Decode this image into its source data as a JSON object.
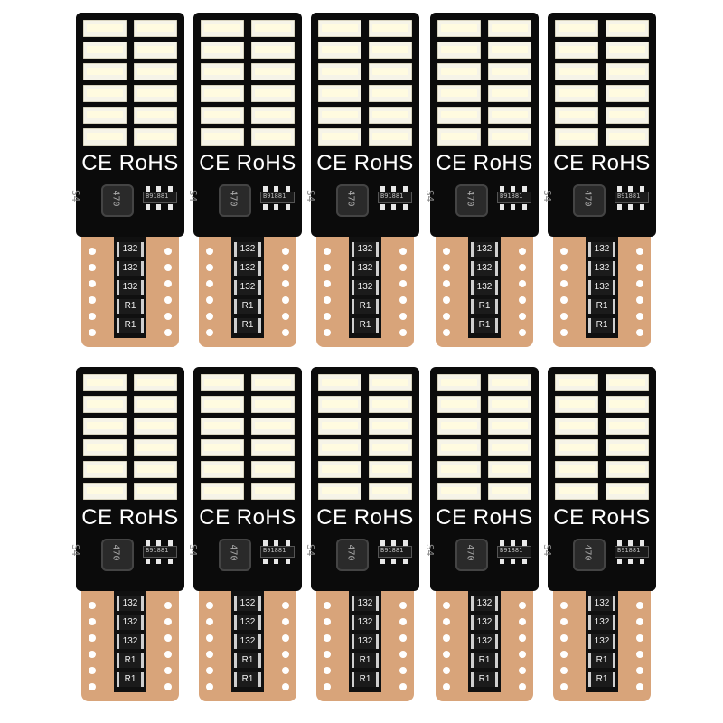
{
  "image": {
    "description_items": 10,
    "bulbs": [
      {
        "compliance_marks": "CE RoHS",
        "side_code": "S4",
        "inductor_code": "470",
        "ic_code": "B91881",
        "resistors": [
          "132",
          "132",
          "132",
          "R1",
          "R1"
        ]
      },
      {
        "compliance_marks": "CE RoHS",
        "side_code": "S4",
        "inductor_code": "470",
        "ic_code": "B91881",
        "resistors": [
          "132",
          "132",
          "132",
          "R1",
          "R1"
        ]
      },
      {
        "compliance_marks": "CE RoHS",
        "side_code": "S4",
        "inductor_code": "470",
        "ic_code": "B91881",
        "resistors": [
          "132",
          "132",
          "132",
          "R1",
          "R1"
        ]
      },
      {
        "compliance_marks": "CE RoHS",
        "side_code": "S4",
        "inductor_code": "470",
        "ic_code": "B91881",
        "resistors": [
          "132",
          "132",
          "132",
          "R1",
          "R1"
        ]
      },
      {
        "compliance_marks": "CE RoHS",
        "side_code": "S4",
        "inductor_code": "470",
        "ic_code": "B91881",
        "resistors": [
          "132",
          "132",
          "132",
          "R1",
          "R1"
        ]
      },
      {
        "compliance_marks": "CE RoHS",
        "side_code": "S4",
        "inductor_code": "470",
        "ic_code": "B91881",
        "resistors": [
          "132",
          "132",
          "132",
          "R1",
          "R1"
        ]
      },
      {
        "compliance_marks": "CE RoHS",
        "side_code": "S4",
        "inductor_code": "470",
        "ic_code": "B91881",
        "resistors": [
          "132",
          "132",
          "132",
          "R1",
          "R1"
        ]
      },
      {
        "compliance_marks": "CE RoHS",
        "side_code": "S4",
        "inductor_code": "470",
        "ic_code": "B91881",
        "resistors": [
          "132",
          "132",
          "132",
          "R1",
          "R1"
        ]
      },
      {
        "compliance_marks": "CE RoHS",
        "side_code": "S4",
        "inductor_code": "470",
        "ic_code": "B91881",
        "resistors": [
          "132",
          "132",
          "132",
          "R1",
          "R1"
        ]
      },
      {
        "compliance_marks": "CE RoHS",
        "side_code": "S4",
        "inductor_code": "470",
        "ic_code": "B91881",
        "resistors": [
          "132",
          "132",
          "132",
          "R1",
          "R1"
        ]
      }
    ]
  },
  "colors": {
    "pcb": "#0b0b0b",
    "led": "#f6f4e8",
    "copper_base": "#d8a47a",
    "background": "#ffffff"
  }
}
